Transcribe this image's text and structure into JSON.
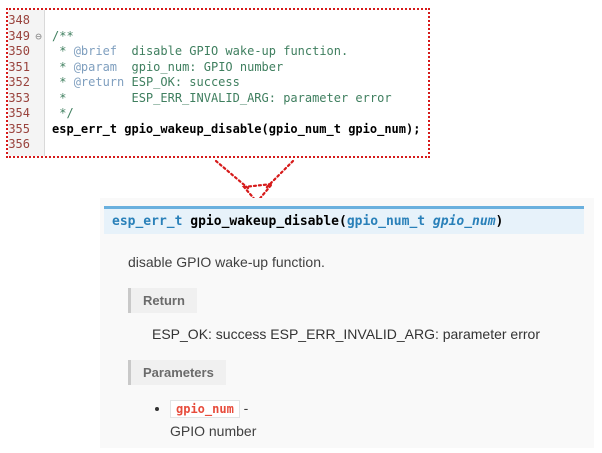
{
  "editor": {
    "lines": [
      {
        "num": "348",
        "fold": false,
        "segments": []
      },
      {
        "num": "349",
        "fold": true,
        "segments": [
          {
            "style": "comment",
            "text": "/**"
          }
        ]
      },
      {
        "num": "350",
        "fold": false,
        "segments": [
          {
            "style": "comment",
            "text": " * "
          },
          {
            "style": "tag",
            "text": "@brief"
          },
          {
            "style": "comment",
            "text": "  disable GPIO wake-up function."
          }
        ]
      },
      {
        "num": "351",
        "fold": false,
        "segments": [
          {
            "style": "comment",
            "text": " * "
          },
          {
            "style": "tag",
            "text": "@param"
          },
          {
            "style": "comment",
            "text": "  gpio_num: GPIO number"
          }
        ]
      },
      {
        "num": "352",
        "fold": false,
        "segments": [
          {
            "style": "comment",
            "text": " * "
          },
          {
            "style": "tag",
            "text": "@return"
          },
          {
            "style": "comment",
            "text": " ESP_OK: success"
          }
        ]
      },
      {
        "num": "353",
        "fold": false,
        "segments": [
          {
            "style": "comment",
            "text": " *         ESP_ERR_INVALID_ARG: parameter error"
          }
        ]
      },
      {
        "num": "354",
        "fold": false,
        "segments": [
          {
            "style": "comment",
            "text": " */"
          }
        ]
      },
      {
        "num": "355",
        "fold": false,
        "segments": [
          {
            "style": "code",
            "text": "esp_err_t gpio_wakeup_disable(gpio_num_t gpio_num);"
          }
        ]
      },
      {
        "num": "356",
        "fold": false,
        "segments": []
      }
    ],
    "fold_icon": "⊖"
  },
  "doc": {
    "signature": {
      "return_type": "esp_err_t ",
      "name": "gpio_wakeup_disable",
      "paren_open": "(",
      "param_type": "gpio_num_t ",
      "param_name": "gpio_num",
      "paren_close": ")"
    },
    "description": "disable GPIO wake-up function.",
    "return_label": "Return",
    "return_text": "ESP_OK: success ESP_ERR_INVALID_ARG: parameter error",
    "parameters_label": "Parameters",
    "parameters": [
      {
        "name": "gpio_num",
        "separator": "-",
        "description": "GPIO number"
      }
    ]
  },
  "colors": {
    "editor_frame_red": "#d61a1a",
    "comment_green": "#3f7f5f",
    "doc_tag_blue": "#7f9fbf",
    "line_number_red": "#99433d",
    "signature_bg": "#e7f2fa",
    "signature_border_blue": "#6ab0de",
    "type_link_blue": "#2980b9",
    "param_literal_red": "#e74c3c"
  }
}
